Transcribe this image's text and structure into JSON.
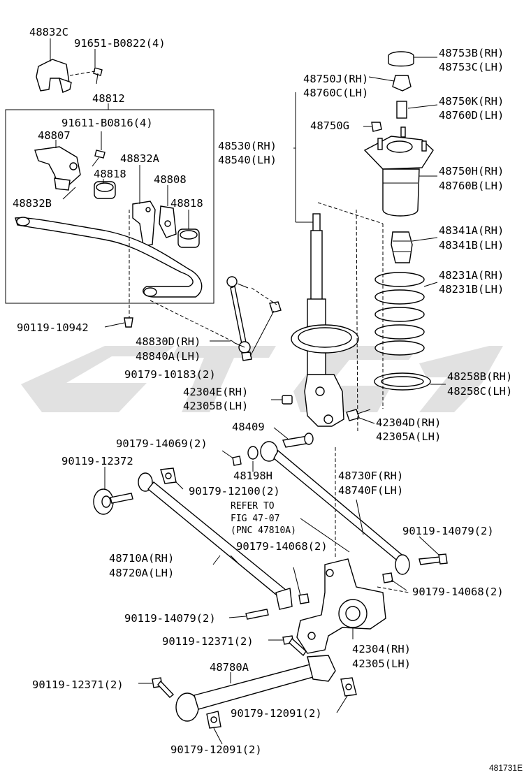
{
  "figure_number": "481731E",
  "labels": {
    "p48832C": "48832C",
    "p91651": "91651-B0822(4)",
    "p48812": "48812",
    "p91611": "91611-B0816(4)",
    "p48807": "48807",
    "p48832A": "48832A",
    "p48818a": "48818",
    "p48808": "48808",
    "p48818b": "48818",
    "p48832B": "48832B",
    "p90119_10942": "90119-10942",
    "p48830D": "48830D(RH)",
    "p48840A": "48840A(LH)",
    "p90179_10183": "90179-10183(2)",
    "p48750J": "48750J(RH)",
    "p48760C": "48760C(LH)",
    "p48750G": "48750G",
    "p48530": "48530(RH)",
    "p48540": "48540(LH)",
    "p48753B": "48753B(RH)",
    "p48753C": "48753C(LH)",
    "p48750K": "48750K(RH)",
    "p48760D": "48760D(LH)",
    "p48750H": "48750H(RH)",
    "p48760B": "48760B(LH)",
    "p48341A": "48341A(RH)",
    "p48341B": "48341B(LH)",
    "p48231A": "48231A(RH)",
    "p48231B": "48231B(LH)",
    "p48258B": "48258B(RH)",
    "p48258C": "48258C(LH)",
    "p42304E": "42304E(RH)",
    "p42305B": "42305B(LH)",
    "p42304D": "42304D(RH)",
    "p42305A": "42305A(LH)",
    "p48409": "48409",
    "p90179_14069": "90179-14069(2)",
    "p48198H": "48198H",
    "p90119_12372": "90119-12372",
    "p90179_12100": "90179-12100(2)",
    "p48730F": "48730F(RH)",
    "p48740F": "48740F(LH)",
    "refer1": "REFER TO",
    "refer2": "FIG 47-07",
    "refer3": "(PNC 47810A)",
    "p90179_14068a": "90179-14068(2)",
    "p90119_14079a": "90119-14079(2)",
    "p48710A": "48710A(RH)",
    "p48720A": "48720A(LH)",
    "p90179_14068b": "90179-14068(2)",
    "p90119_14079b": "90119-14079(2)",
    "p90119_12371a": "90119-12371(2)",
    "p42304": "42304(RH)",
    "p42305": "42305(LH)",
    "p48780A": "48780A",
    "p90119_12371b": "90119-12371(2)",
    "p90179_12091a": "90179-12091(2)",
    "p90179_12091b": "90179-12091(2)"
  }
}
